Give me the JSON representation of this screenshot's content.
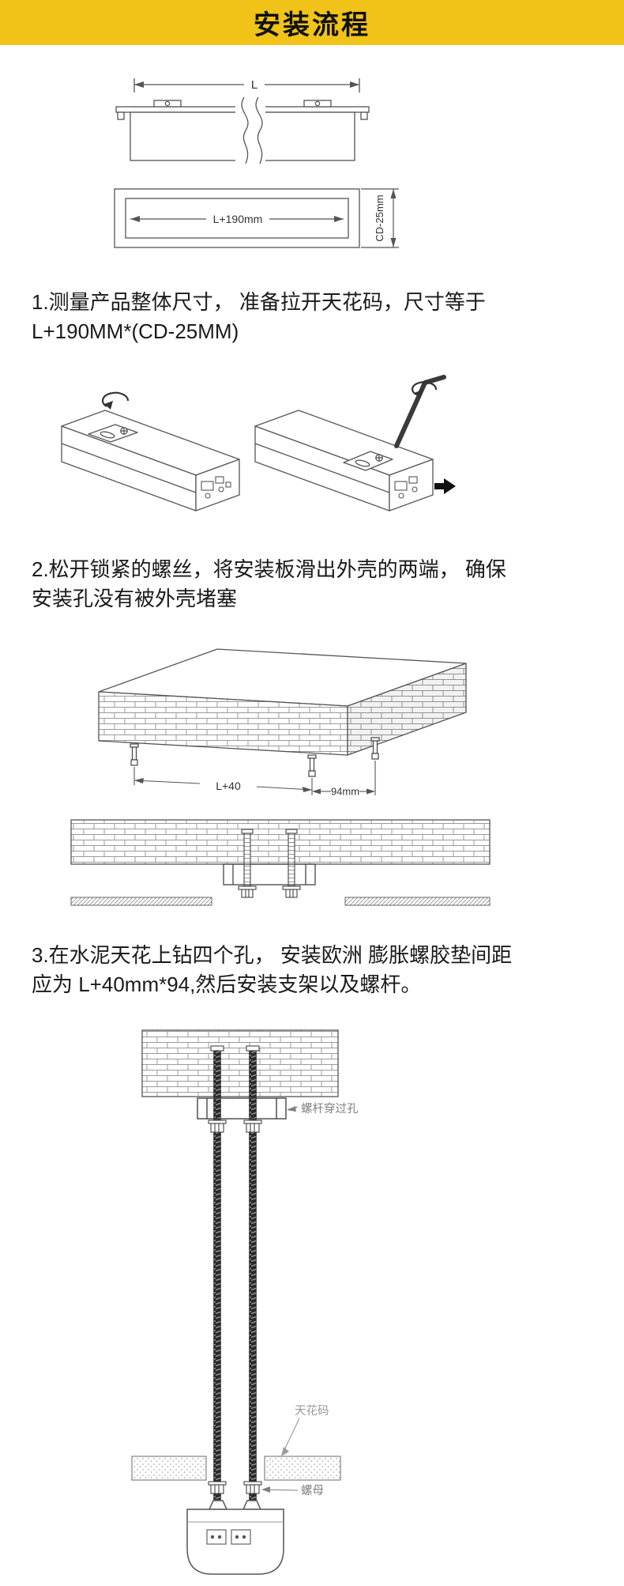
{
  "header": {
    "title": "安装流程"
  },
  "steps": [
    {
      "lines": [
        "1.测量产品整体尺寸， 准备拉开天花码，尺寸等于",
        "L+190MM*(CD-25MM)"
      ]
    },
    {
      "lines": [
        "2.松开锁紧的螺丝，将安装板滑出外壳的两端， 确保",
        "安装孔没有被外壳堵塞"
      ]
    },
    {
      "lines": [
        "3.在水泥天花上钻四个孔， 安装欧洲 膨胀螺胶垫间距",
        "应为 L+40mm*94,然后安装支架以及螺杆。"
      ]
    }
  ],
  "diagram1": {
    "dim_length": "L",
    "dim_cutout": "L+190mm",
    "dim_depth": "CD-25mm"
  },
  "diagram3": {
    "dim_length": "L+40",
    "dim_width": "94mm"
  },
  "diagram4": {
    "label_hole": "螺杆穿过孔",
    "label_bracket": "天花码",
    "label_nut": "螺母"
  },
  "colors": {
    "banner": "#F1C319",
    "text": "#1a1a1a",
    "line": "#555555"
  }
}
